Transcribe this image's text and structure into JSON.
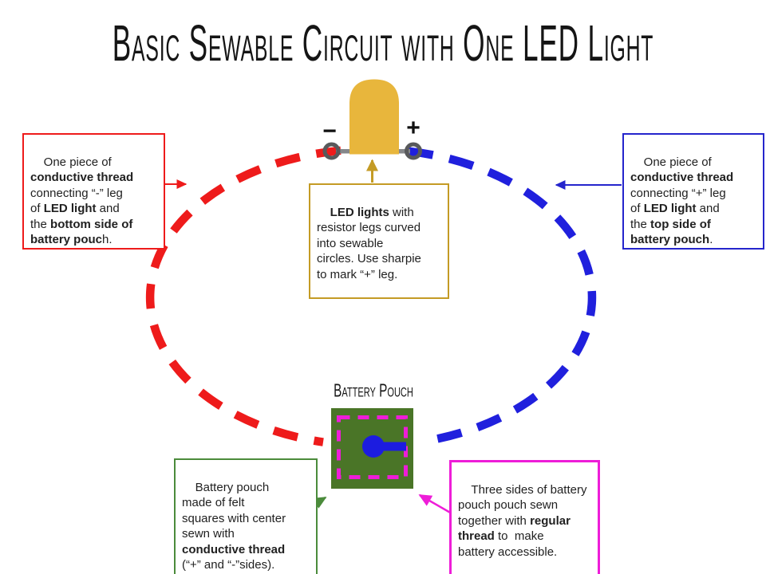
{
  "title": "Basic Sewable Circuit with One LED Light",
  "led": {
    "negative_label": "−",
    "positive_label": "+",
    "body_color": "#e8b63c",
    "ring_color": "#58595b",
    "leg_color": "#85878a"
  },
  "battery_pouch": {
    "label": "Battery Pouch",
    "felt_color": "#4a7527",
    "stitch_color": "#ee1dd8",
    "terminal_color": "#1c1ce0"
  },
  "threads": {
    "negative_color": "#ee1b1b",
    "positive_color": "#2020dd"
  },
  "notes": {
    "negative": {
      "border_color": "#ee1b1b",
      "segments": [
        {
          "text": "One piece of\n",
          "bold": false
        },
        {
          "text": "conductive thread",
          "bold": true
        },
        {
          "text": "\nconnecting “-” leg\nof ",
          "bold": false
        },
        {
          "text": "LED light",
          "bold": true
        },
        {
          "text": " and\nthe ",
          "bold": false
        },
        {
          "text": "bottom side of",
          "bold": true
        },
        {
          "text": "\n",
          "bold": false
        },
        {
          "text": "battery pouc",
          "bold": true
        },
        {
          "text": "h.",
          "bold": false
        }
      ]
    },
    "positive": {
      "border_color": "#2525cc",
      "segments": [
        {
          "text": "One piece of\n",
          "bold": false
        },
        {
          "text": "conductive thread",
          "bold": true
        },
        {
          "text": "\nconnecting “+” leg\nof ",
          "bold": false
        },
        {
          "text": "LED light",
          "bold": true
        },
        {
          "text": " and\nthe ",
          "bold": false
        },
        {
          "text": "top side of",
          "bold": true
        },
        {
          "text": "\n",
          "bold": false
        },
        {
          "text": "battery pouch",
          "bold": true
        },
        {
          "text": ".",
          "bold": false
        }
      ]
    },
    "led": {
      "border_color": "#c49b25",
      "segments": [
        {
          "text": "LED lights",
          "bold": true
        },
        {
          "text": " with\nresistor legs curved\ninto sewable\ncircles. Use sharpie\nto mark “+” leg.",
          "bold": false
        }
      ]
    },
    "pouch": {
      "border_color": "#4b8b3b",
      "segments": [
        {
          "text": "Battery pouch\nmade of felt\nsquares with center\nsewn with\n",
          "bold": false
        },
        {
          "text": "conductive thread",
          "bold": true
        },
        {
          "text": "\n(“+” and “-”sides).",
          "bold": false
        }
      ]
    },
    "sewing": {
      "border_color": "#ee1dd8",
      "segments": [
        {
          "text": "Three sides of battery\npouch pouch sewn\ntogether with ",
          "bold": false
        },
        {
          "text": "regular\nthread",
          "bold": true
        },
        {
          "text": " to  make\nbattery accessible.",
          "bold": false
        }
      ]
    }
  }
}
